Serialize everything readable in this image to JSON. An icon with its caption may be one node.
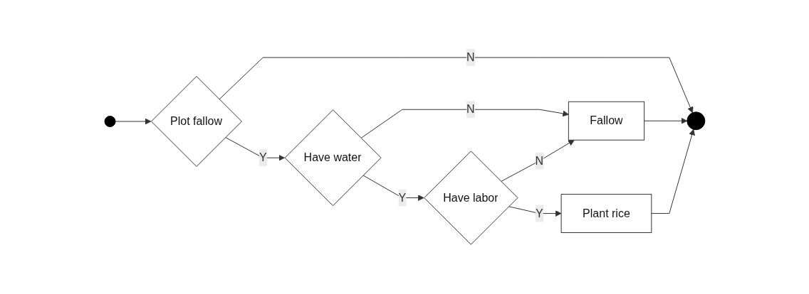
{
  "diagram": {
    "nodes": [
      {
        "text": [],
        "shape": "circle"
      },
      {
        "text": [
          "Plot fallow"
        ]
      },
      {
        "text": [
          "Have water"
        ]
      },
      {
        "text": [
          "Have labor"
        ]
      },
      {
        "text": [
          "Plant rice"
        ]
      },
      {
        "text": [
          "Fallow"
        ]
      },
      {
        "text": [],
        "shape": "circle"
      }
    ],
    "edges": [
      {
        "from": 0,
        "to": 1,
        "arrow": "to"
      },
      {
        "from": 1,
        "to": 2,
        "label": "Y",
        "arrow": "to"
      },
      {
        "from": 2,
        "to": 3,
        "label": "Y",
        "arrow": "to"
      },
      {
        "from": 3,
        "to": 4,
        "label": "Y",
        "arrow": "to"
      },
      {
        "from": 1,
        "to": 6,
        "label": "N",
        "arrow": "to"
      },
      {
        "from": 2,
        "to": 5,
        "label": "N",
        "arrow": "to"
      },
      {
        "from": 3,
        "to": 5,
        "label": "N",
        "arrow": "to"
      },
      {
        "from": 5,
        "to": 6,
        "arrow": "to"
      },
      {
        "from": 4,
        "to": 6,
        "arrow": "to"
      }
    ]
  }
}
